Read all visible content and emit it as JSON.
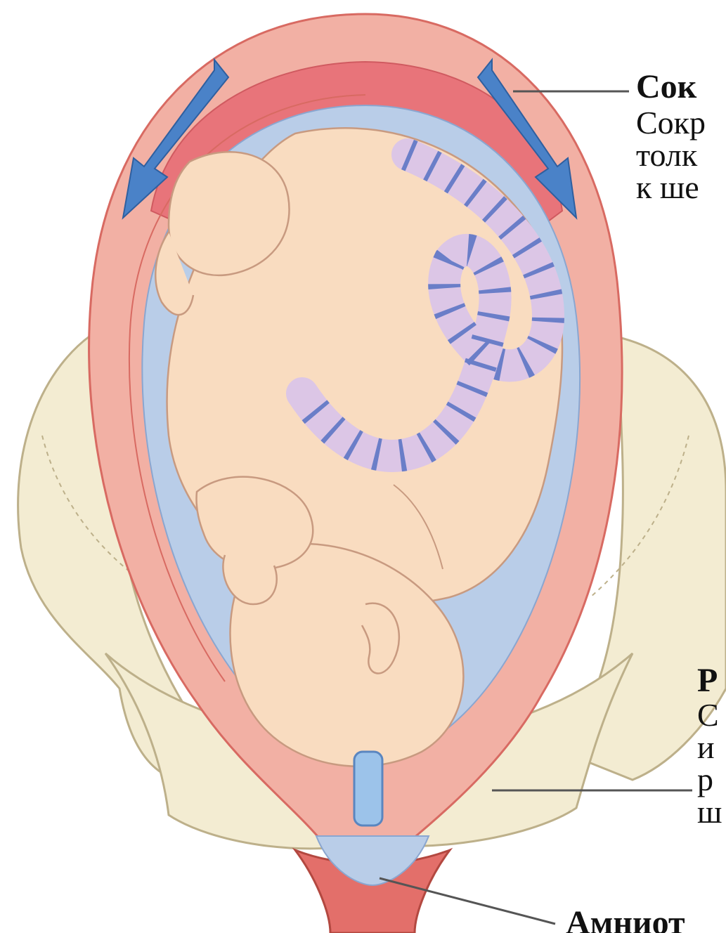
{
  "labels": {
    "top": {
      "title": "Сок",
      "lines": [
        "Сокр",
        "толк",
        "к ше"
      ]
    },
    "right": {
      "title": "Р",
      "lines": [
        "С",
        "и",
        "р",
        "ш"
      ]
    },
    "bottom": {
      "title": "Амниот"
    }
  },
  "colors": {
    "uterus_wall": "#f2b0a4",
    "uterus_outline": "#d86a62",
    "contraction_band": "#e8747a",
    "amniotic_fluid": "#b9cde8",
    "fetus_skin": "#f9dcc0",
    "fetus_outline": "#c89a80",
    "pelvis_bone": "#f3ecd2",
    "pelvis_outline": "#bdb08a",
    "umbilical_cord": "#dcc6e6",
    "cord_stripes": "#6a7ec8",
    "arrow": "#4a82c8",
    "leader_line": "#555555"
  }
}
